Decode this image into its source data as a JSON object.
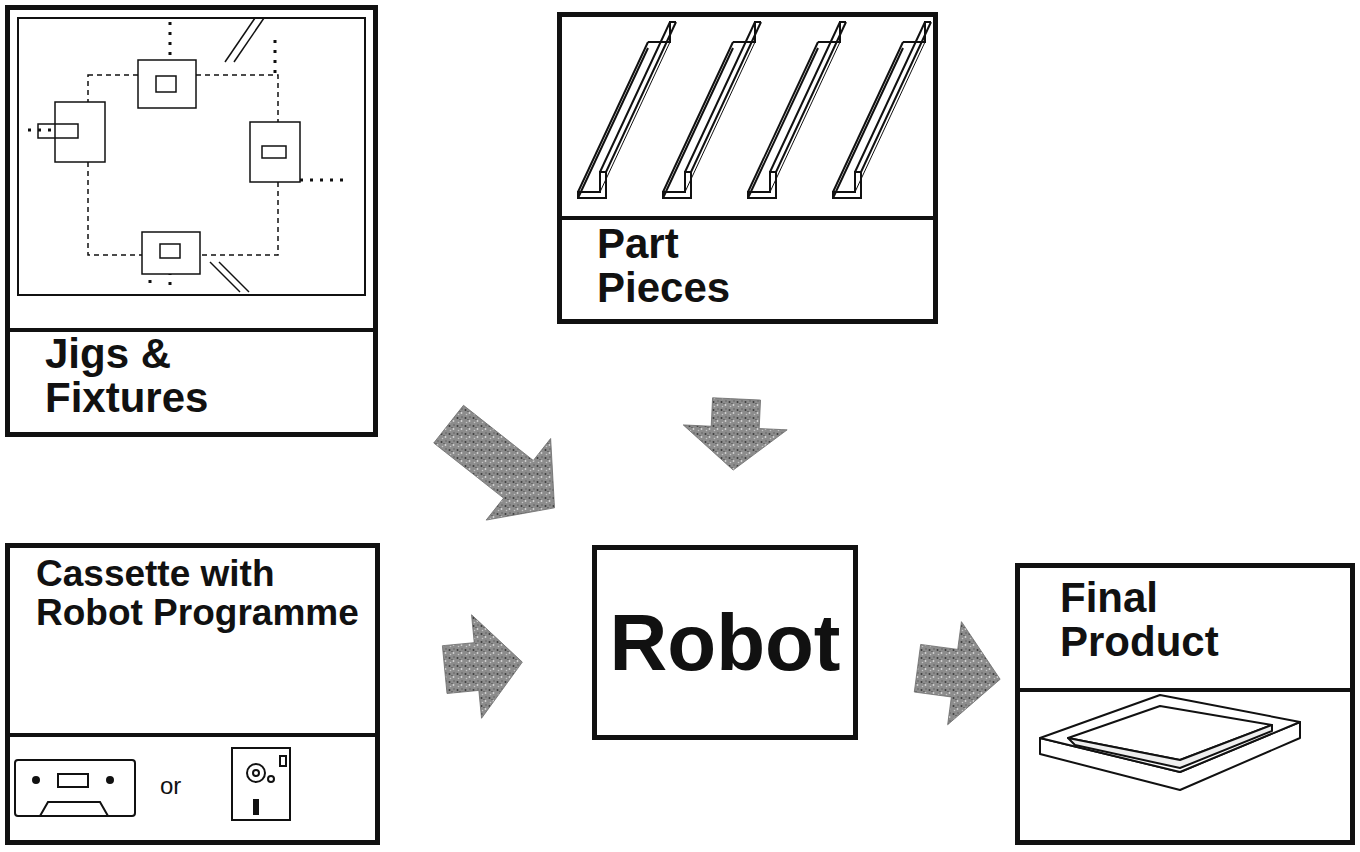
{
  "diagram": {
    "nodes": [
      {
        "text": [
          "Jigs & Fixtures"
        ]
      },
      {
        "text": [
          "Part Pieces"
        ]
      },
      {
        "text": [
          "Cassette with Robot Programme"
        ]
      },
      {
        "text": [
          "Robot"
        ]
      },
      {
        "text": [
          "Final Product"
        ]
      }
    ],
    "edges": [
      {
        "from": 0,
        "to": 3,
        "arrow": "to"
      },
      {
        "from": 1,
        "to": 3,
        "arrow": "to"
      },
      {
        "from": 2,
        "to": 3,
        "arrow": "to"
      },
      {
        "from": 3,
        "to": 4,
        "arrow": "to"
      }
    ],
    "labels": [
      "or"
    ]
  }
}
